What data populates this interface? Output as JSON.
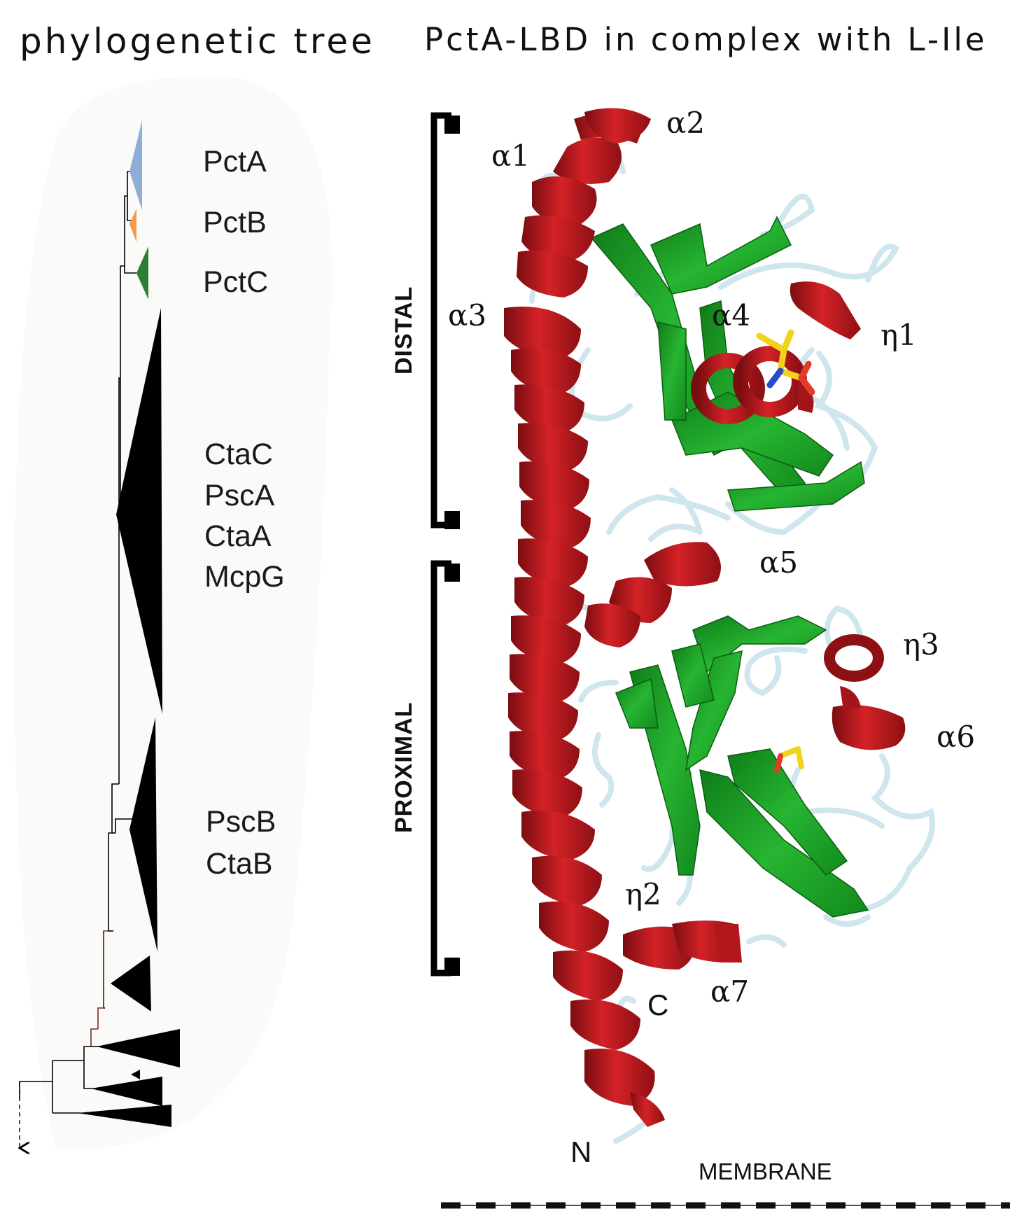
{
  "titles": {
    "tree": "phylogenetic tree",
    "structure": "PctA-LBD in complex with L-Ile"
  },
  "tree": {
    "clades": [
      {
        "label": "PctA",
        "color": "#8eaed8"
      },
      {
        "label": "PctB",
        "color": "#f39b4a"
      },
      {
        "label": "PctC",
        "color": "#2e7d32"
      },
      {
        "label": "CtaC\nPscA\nCtaA\nMcpG",
        "color": "#000000"
      },
      {
        "label": "PscB\nCtaB",
        "color": "#000000"
      }
    ],
    "labels": {
      "pcta": "PctA",
      "pctb": "PctB",
      "pctc": "PctC",
      "ctac": "CtaC",
      "psca": "PscA",
      "ctaa": "CtaA",
      "mcpg": "McpG",
      "pscb": "PscB",
      "ctab": "CtaB"
    }
  },
  "structure": {
    "domains": {
      "distal": "DISTAL",
      "proximal": "PROXIMAL"
    },
    "elements": {
      "a1": "α1",
      "a2": "α2",
      "a3": "α3",
      "a4": "α4",
      "a5": "α5",
      "a6": "α6",
      "a7": "α7",
      "n1": "η1",
      "n2": "η2",
      "n3": "η3"
    },
    "termini": {
      "n": "N",
      "c": "C"
    },
    "membrane": "MEMBRANE",
    "colors": {
      "helix": "#c8191e",
      "sheet": "#1fa62a",
      "loop": "#cfe6ee",
      "ligand": "#f2d21a"
    }
  }
}
